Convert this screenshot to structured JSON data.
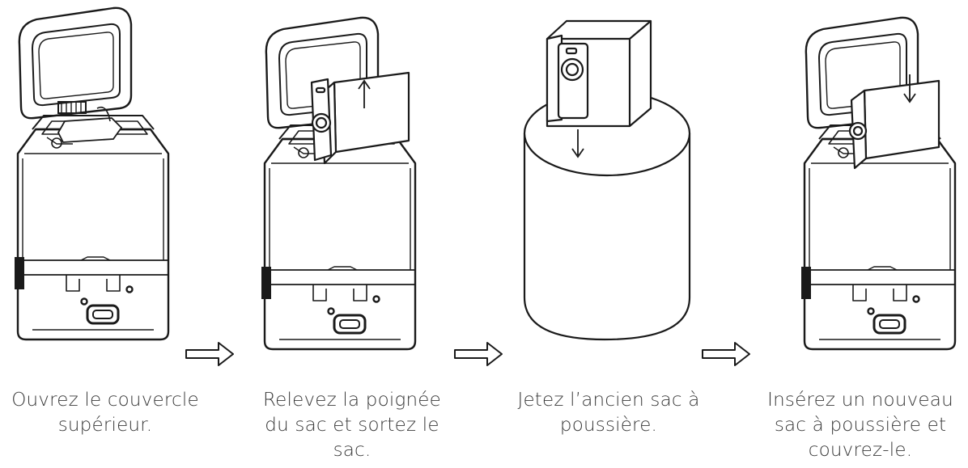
{
  "steps": [
    {
      "lines": [
        "Ouvrez le couvercle",
        "supérieur."
      ]
    },
    {
      "lines": [
        "Relevez la poignée",
        "du sac et sortez le",
        "sac."
      ]
    },
    {
      "lines": [
        "Jetez l’ancien sac à",
        "poussière."
      ]
    },
    {
      "lines": [
        "Insérez un nouveau",
        "sac à poussière et",
        "couvrez-le."
      ]
    }
  ],
  "colors": {
    "line": "#1a1a1a",
    "text": "#3a3a3a"
  },
  "icons": [
    "arrow-right-icon",
    "arrow-up-icon",
    "arrow-down-icon"
  ]
}
